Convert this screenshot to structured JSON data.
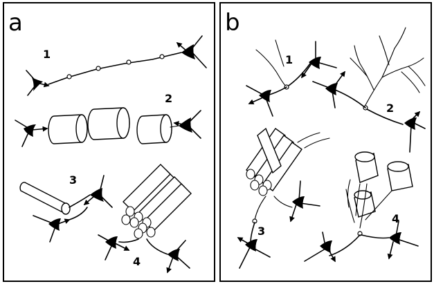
{
  "panels": [
    {
      "id": "a",
      "label": "a",
      "items": [
        {
          "number": "1"
        },
        {
          "number": "2"
        },
        {
          "number": "3"
        },
        {
          "number": "4"
        }
      ]
    },
    {
      "id": "b",
      "label": "b",
      "items": [
        {
          "number": "1"
        },
        {
          "number": "2"
        },
        {
          "number": "3"
        },
        {
          "number": "4"
        }
      ]
    }
  ],
  "colors": {
    "ink": "#000000",
    "background": "#ffffff"
  }
}
